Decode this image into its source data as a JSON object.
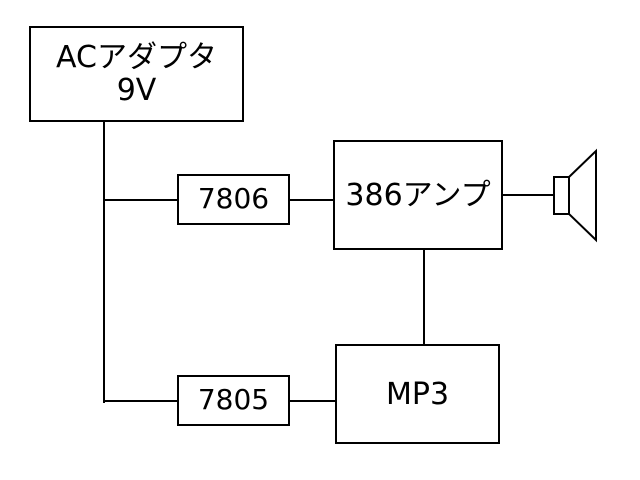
{
  "diagram": {
    "adapter": {
      "line1": "ACアダプタ",
      "line2": "9V"
    },
    "reg_6v": "7806",
    "reg_5v": "7805",
    "amp": "386アンプ",
    "mp3": "MP3",
    "speaker_icon": "speaker-icon",
    "line_color": "#000000"
  }
}
